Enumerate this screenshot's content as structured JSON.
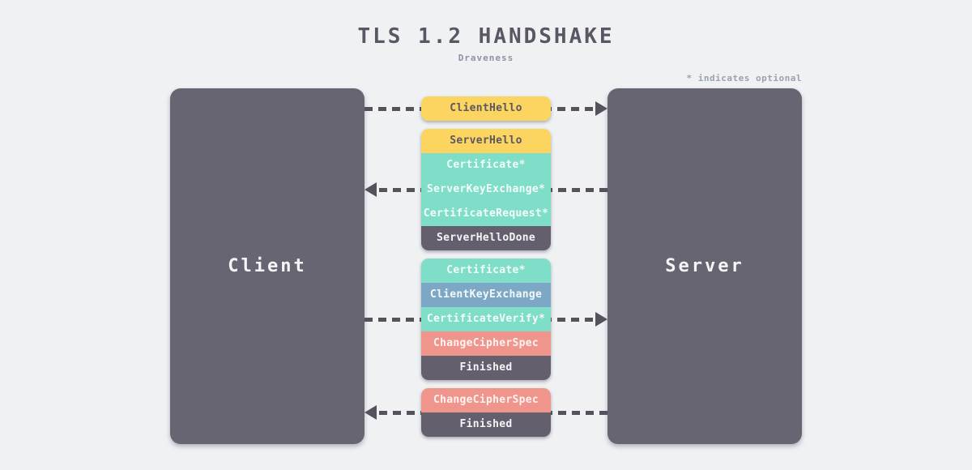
{
  "title": "TLS 1.2 HANDSHAKE",
  "subtitle": "Draveness",
  "note": "* indicates optional",
  "actors": {
    "client": "Client",
    "server": "Server"
  },
  "colors": {
    "background": "#EFF1F3",
    "actor_box": "#686572",
    "arrow": "#55525E",
    "yellow": {
      "bg": "#FBD55F",
      "text": "#5B5864"
    },
    "teal": {
      "bg": "#7EDEC7",
      "text": "#F4FCFA"
    },
    "blue": {
      "bg": "#7CA8C6",
      "text": "#F4F8FB"
    },
    "salmon": {
      "bg": "#F0958B",
      "text": "#FDF3F2"
    },
    "dark": {
      "bg": "#635F6D",
      "text": "#F5F5F7"
    }
  },
  "message_groups": [
    {
      "direction": "right",
      "messages": [
        {
          "label": "ClientHello",
          "color": "yellow"
        }
      ]
    },
    {
      "direction": "left",
      "messages": [
        {
          "label": "ServerHello",
          "color": "yellow"
        },
        {
          "label": "Certificate*",
          "color": "teal"
        },
        {
          "label": "ServerKeyExchange*",
          "color": "teal"
        },
        {
          "label": "CertificateRequest*",
          "color": "teal"
        },
        {
          "label": "ServerHelloDone",
          "color": "dark"
        }
      ]
    },
    {
      "direction": "right",
      "messages": [
        {
          "label": "Certificate*",
          "color": "teal"
        },
        {
          "label": "ClientKeyExchange",
          "color": "blue"
        },
        {
          "label": "CertificateVerify*",
          "color": "teal"
        },
        {
          "label": "ChangeCipherSpec",
          "color": "salmon"
        },
        {
          "label": "Finished",
          "color": "dark"
        }
      ]
    },
    {
      "direction": "left",
      "messages": [
        {
          "label": "ChangeCipherSpec",
          "color": "salmon"
        },
        {
          "label": "Finished",
          "color": "dark"
        }
      ]
    }
  ]
}
